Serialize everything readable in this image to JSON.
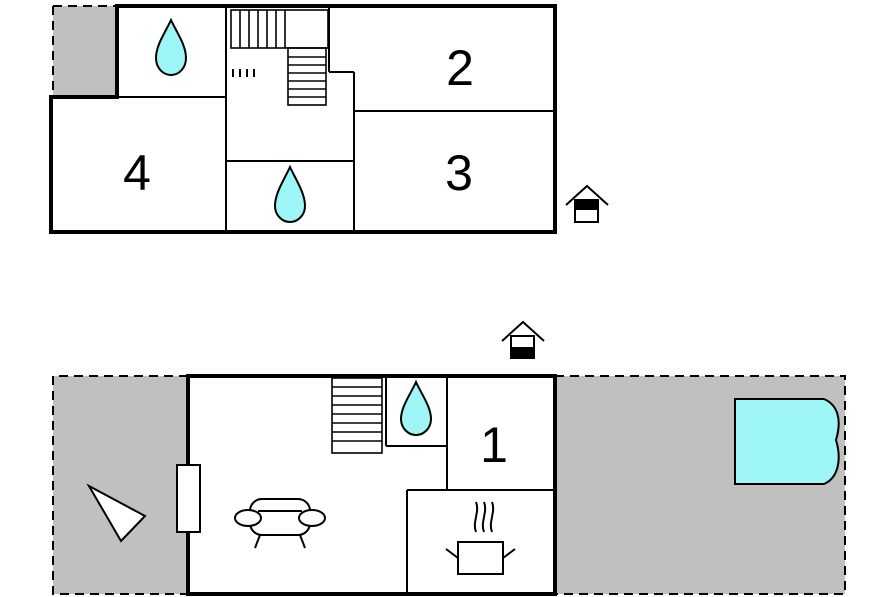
{
  "floor_plan": {
    "upper_floor": {
      "rooms": [
        {
          "number": "2"
        },
        {
          "number": "3"
        },
        {
          "number": "4"
        }
      ],
      "icons": [
        "water-drop-icon",
        "water-drop-icon",
        "staircase-icon",
        "entrance-house-icon"
      ]
    },
    "ground_floor": {
      "rooms": [
        {
          "number": "1"
        }
      ],
      "icons": [
        "staircase-icon",
        "water-drop-icon",
        "sofa-icon",
        "cooking-pot-icon",
        "door-icon",
        "sun-lounger-icon",
        "pool-icon",
        "entrance-house-icon"
      ]
    },
    "colors": {
      "terrace": "#c0c0c0",
      "water": "#9ef5f5",
      "wall": "#000000",
      "floor": "#ffffff"
    }
  }
}
